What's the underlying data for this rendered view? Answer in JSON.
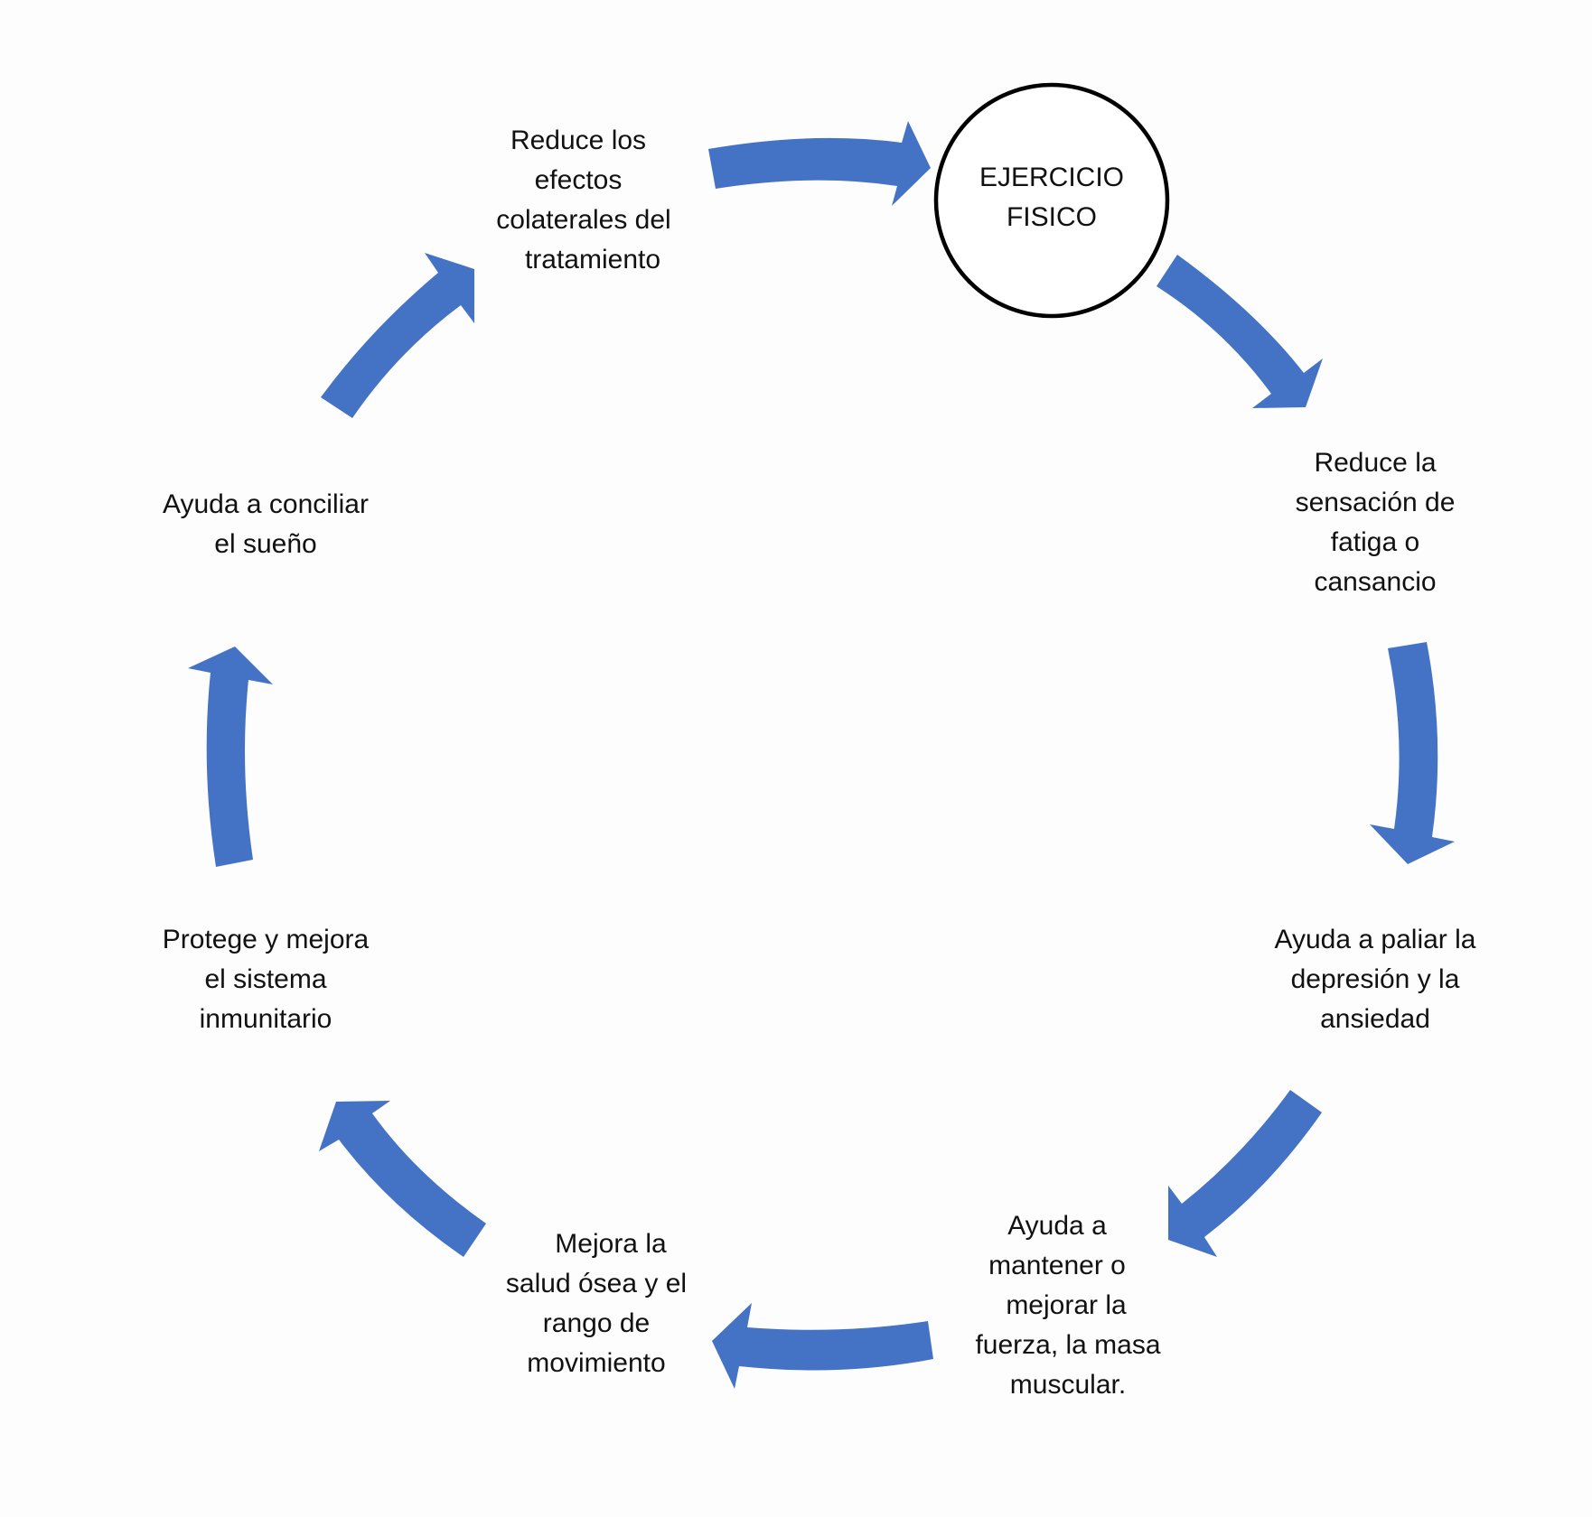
{
  "diagram": {
    "type": "cycle",
    "arrow_color": "#4472C4",
    "text_color": "#111111",
    "background": "#fdfdfd",
    "center_node": {
      "lines": [
        "EJERCICIO",
        "FISICO"
      ]
    },
    "steps": [
      {
        "id": "fatiga",
        "lines": [
          "Reduce la",
          "sensación de",
          "fatiga o",
          "cansancio"
        ]
      },
      {
        "id": "depresion",
        "lines": [
          "Ayuda a paliar la",
          "depresión y la",
          "ansiedad"
        ]
      },
      {
        "id": "fuerza",
        "lines": [
          "Ayuda a",
          "mantener o",
          "mejorar la",
          "fuerza, la masa",
          "muscular."
        ]
      },
      {
        "id": "osea",
        "lines": [
          "Mejora la",
          "salud ósea y el",
          "rango de",
          "movimiento"
        ]
      },
      {
        "id": "inmunitario",
        "lines": [
          "Protege y mejora",
          "el sistema",
          "inmunitario"
        ]
      },
      {
        "id": "sueno",
        "lines": [
          "Ayuda a conciliar",
          "el sueño"
        ]
      },
      {
        "id": "tratamiento",
        "lines": [
          "Reduce los",
          "efectos",
          "colaterales del",
          "tratamiento"
        ]
      }
    ],
    "arrows": [
      {
        "from": "tratamiento",
        "to": "ejercicio",
        "icon": "curved-arrow-right"
      },
      {
        "from": "ejercicio",
        "to": "fatiga",
        "icon": "curved-arrow-down-right"
      },
      {
        "from": "fatiga",
        "to": "depresion",
        "icon": "curved-arrow-down"
      },
      {
        "from": "depresion",
        "to": "fuerza",
        "icon": "curved-arrow-down-left"
      },
      {
        "from": "fuerza",
        "to": "osea",
        "icon": "curved-arrow-left"
      },
      {
        "from": "osea",
        "to": "inmunitario",
        "icon": "curved-arrow-up-left"
      },
      {
        "from": "inmunitario",
        "to": "sueno",
        "icon": "curved-arrow-up"
      },
      {
        "from": "sueno",
        "to": "tratamiento",
        "icon": "curved-arrow-up-right"
      }
    ]
  }
}
